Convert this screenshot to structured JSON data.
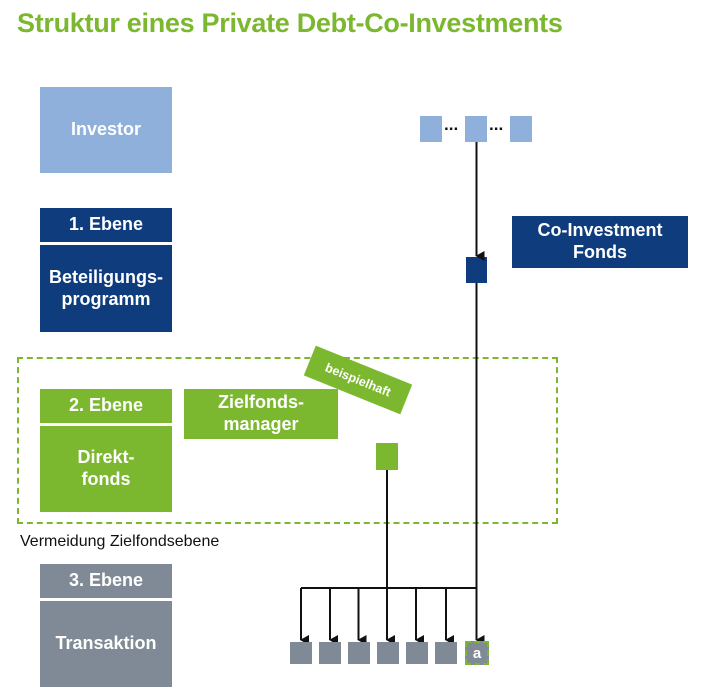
{
  "title": "Struktur eines Private Debt-Co-Investments",
  "levels": {
    "investor": "Investor",
    "level1": {
      "tag": "1. Ebene",
      "label_line1": "Beteiligungs-",
      "label_line2": "programm"
    },
    "level2": {
      "tag": "2. Ebene",
      "label_line1": "Direkt-",
      "label_line2": "fonds"
    },
    "level3": {
      "tag": "3. Ebene",
      "label": "Transaktion"
    }
  },
  "co_investment_fonds": {
    "line1": "Co-Investment",
    "line2": "Fonds"
  },
  "zielfondsmanager": {
    "line1": "Zielfonds-",
    "line2": "manager"
  },
  "badge": "beispielhaft",
  "dashed_caption": "Vermeidung Zielfondsebene",
  "investor_ellipsis": "...",
  "highlight_letter": "a",
  "colors": {
    "title_green": "#7cb82f",
    "light_blue": "#8fb0db",
    "navy": "#0f3c7c",
    "green": "#7cb82f",
    "grey": "#7f8a96"
  }
}
